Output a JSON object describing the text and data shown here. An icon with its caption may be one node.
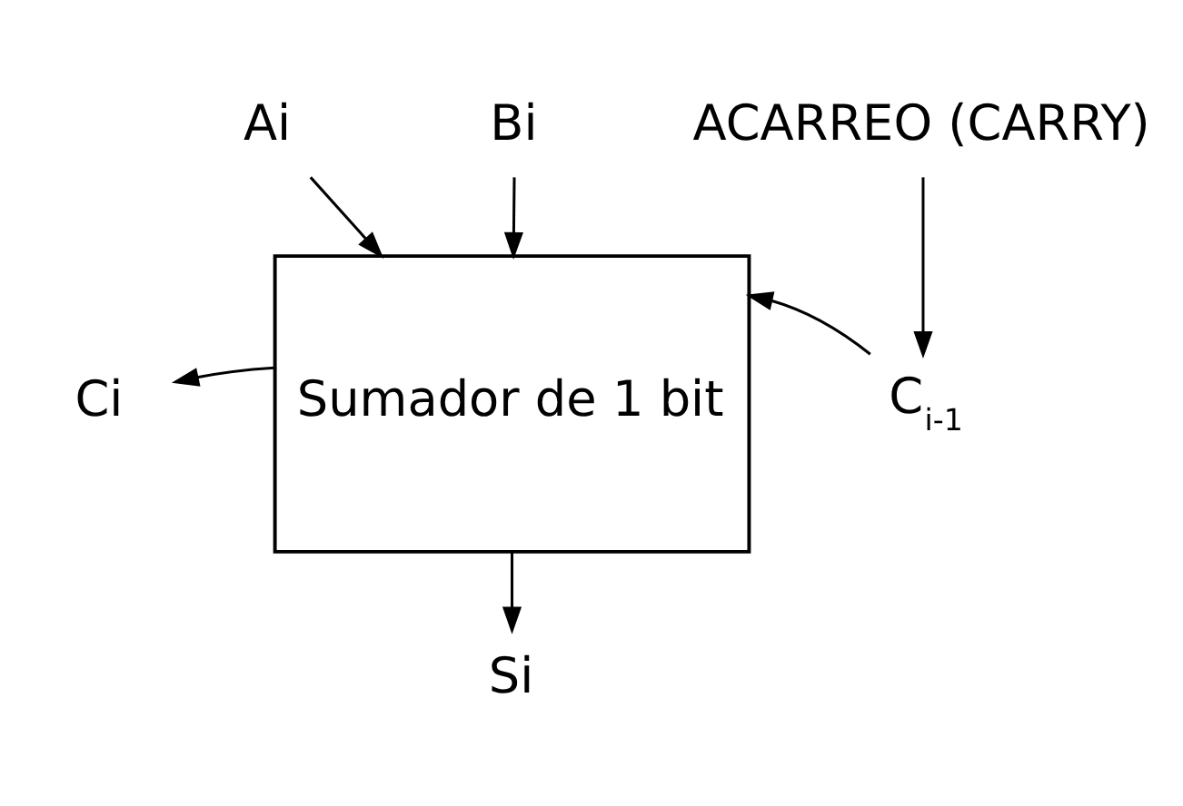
{
  "diagram": {
    "nodes": [
      {
        "text": [
          "Sumador de 1 bit"
        ]
      },
      {
        "text": [
          "Ai"
        ]
      },
      {
        "text": [
          "Bi"
        ]
      },
      {
        "text": [
          "Ci"
        ]
      },
      {
        "text": [
          "C$_{i-1}$"
        ]
      },
      {
        "text": [
          "Si"
        ]
      },
      {
        "text": [
          "ACARREO (CARRY)"
        ]
      }
    ],
    "edges": [
      {
        "from": 1,
        "to": 0,
        "arrow": "to"
      },
      {
        "from": 2,
        "to": 0,
        "arrow": "to"
      },
      {
        "from": 0,
        "to": 3,
        "arrow": "to"
      },
      {
        "from": 4,
        "to": 0,
        "arrow": "to"
      },
      {
        "from": 0,
        "to": 5,
        "arrow": "to"
      },
      {
        "from": 6,
        "to": 4,
        "arrow": "to"
      }
    ]
  }
}
